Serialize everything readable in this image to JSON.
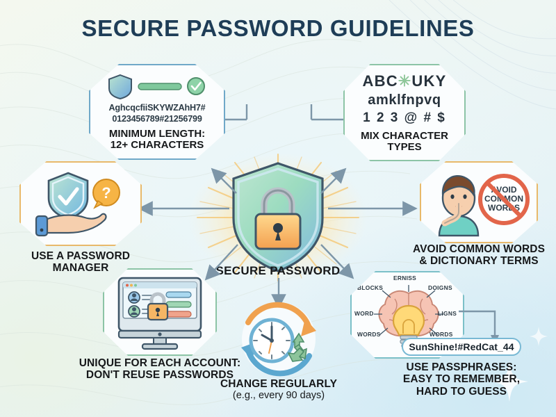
{
  "title": "SECURE PASSWORD GUIDELINES",
  "center": {
    "label": "SECURE PASSWORD",
    "icon": "shield-padlock-icon"
  },
  "colors": {
    "title": "#1e3d57",
    "panel_border_blue": "#6fa8c8",
    "panel_border_amber": "#e8b96a",
    "panel_border_green": "#8cc4a6",
    "panel_border_teal": "#7cc0c8",
    "arrow": "#7d96a8",
    "panel_fill": "#fbfdfe",
    "accent_lock": "#f3a94a",
    "accent_check": "#5fb37f"
  },
  "panels": [
    {
      "id": "minimum-length",
      "icon": "shield-strength-meter-icon",
      "sample_line1": "AghcqcfiiSKYWZAhH7#",
      "sample_line2": "0123456789#21256799",
      "inner_caption_line1": "MINIMUM LENGTH:",
      "inner_caption_line2": "12+ CHARACTERS"
    },
    {
      "id": "mix-character-types",
      "icon": "character-types-icon",
      "row1": "ABC",
      "row1_star": "✳",
      "row1b": "UKY",
      "row2": "amklfnpvq",
      "row3": "1 2 3 @ # $",
      "inner_caption_line1": "MIX CHARACTER",
      "inner_caption_line2": "TYPES"
    },
    {
      "id": "password-manager",
      "icon": "hand-holding-shield-icon",
      "caption_line1": "USE A PASSWORD",
      "caption_line2": "MANAGER"
    },
    {
      "id": "avoid-common-words",
      "icon": "person-shushing-no-sign-icon",
      "caption_line1": "AVOID COMMON WORDS",
      "caption_line2": "& DICTIONARY TERMS"
    },
    {
      "id": "unique-per-account",
      "icon": "monitor-accounts-lock-icon",
      "caption_line1": "UNIQUE FOR EACH ACCOUNT:",
      "caption_line2": "DON'T REUSE PASSWORDS"
    },
    {
      "id": "change-regularly",
      "icon": "clock-recycle-icon",
      "caption_line1": "CHANGE REGULARLY",
      "caption_line2": "(e.g., every 90 days)"
    },
    {
      "id": "use-passphrases",
      "icon": "brain-lightbulb-icon",
      "passphrase": "SunShine!#RedCat_44",
      "caption_line1": "USE PASSPHRASES:",
      "caption_line2": "EASY TO REMEMBER,",
      "caption_line3": "HARD TO GUESS",
      "brain_labels": {
        "top": "ERNISS",
        "upper_left": "BLOCKS",
        "upper_right": "DOIGNS",
        "mid_left": "WORD",
        "mid_right": "LIGNS",
        "lower_left": "WORDS",
        "lower_right": "WORDS"
      }
    }
  ]
}
